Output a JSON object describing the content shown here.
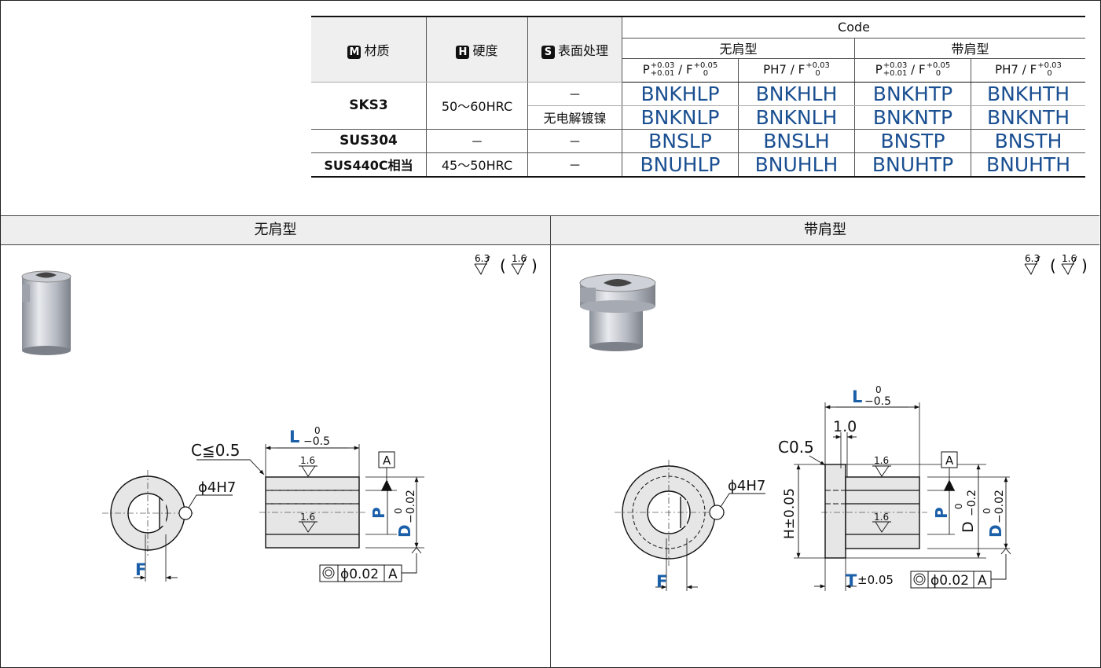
{
  "table": {
    "headers": {
      "material": {
        "badge": "M",
        "label": "材质"
      },
      "hardness": {
        "badge": "H",
        "label": "硬度"
      },
      "surface": {
        "badge": "S",
        "label": "表面处理"
      },
      "code": "Code",
      "no_shoulder": "无肩型",
      "with_shoulder": "带肩型",
      "tol_cols": [
        {
          "p": "P",
          "p_upper": "+0.03",
          "p_lower": "+0.01",
          "sep": " / ",
          "f": "F",
          "f_upper": "+0.05",
          "f_lower": "0"
        },
        {
          "p": "PH7",
          "sep": " / ",
          "f": "F",
          "f_upper": "+0.03",
          "f_lower": "0"
        },
        {
          "p": "P",
          "p_upper": "+0.03",
          "p_lower": "+0.01",
          "sep": " / ",
          "f": "F",
          "f_upper": "+0.05",
          "f_lower": "0"
        },
        {
          "p": "PH7",
          "sep": " / ",
          "f": "F",
          "f_upper": "+0.03",
          "f_lower": "0"
        }
      ]
    },
    "rows": [
      {
        "material": "SKS3",
        "hardness": "50～60HRC",
        "surface": "－",
        "codes": [
          "BNKHLP",
          "BNKHLH",
          "BNKHTP",
          "BNKHTH"
        ]
      },
      {
        "surface": "无电解镀镍",
        "codes": [
          "BNKNLP",
          "BNKNLH",
          "BNKNTP",
          "BNKNTH"
        ]
      },
      {
        "material": "SUS304",
        "hardness": "－",
        "surface": "－",
        "codes": [
          "BNSLP",
          "BNSLH",
          "BNSTP",
          "BNSTH"
        ]
      },
      {
        "material": "SUS440C相当",
        "hardness": "45～50HRC",
        "surface": "－",
        "codes": [
          "BNUHLP",
          "BNUHLH",
          "BNUHTP",
          "BNUHTH"
        ]
      }
    ]
  },
  "sections": {
    "left_title": "无肩型",
    "right_title": "带肩型",
    "roughness_main": "6.3",
    "roughness_alt": "1.6"
  },
  "left_drawing": {
    "chamfer": "C≦0.5",
    "L": "L",
    "L_upper": "0",
    "L_lower": "−0.5",
    "rough": "1.6",
    "datum": "A",
    "phi": "ϕ4H7",
    "P": "P",
    "D": "D",
    "D_upper": "0",
    "D_lower": "−0.02",
    "F": "F",
    "tol_value": "ϕ0.02",
    "tol_ref": "A"
  },
  "right_drawing": {
    "chamfer": "C0.5",
    "L": "L",
    "L_upper": "0",
    "L_lower": "−0.5",
    "shoulder": "1.0",
    "rough": "1.6",
    "datum": "A",
    "phi": "ϕ4H7",
    "H": "H±0.05",
    "P": "P",
    "D_shoulder": "D",
    "D_shoulder_upper": "0",
    "D_shoulder_lower": "−0.2",
    "D": "D",
    "D_upper": "0",
    "D_lower": "−0.02",
    "F": "F",
    "T": "T",
    "T_tol": "±0.05",
    "tol_value": "ϕ0.02",
    "tol_ref": "A"
  },
  "colors": {
    "blue": "#1a5fa8",
    "code_blue": "#1a4f91",
    "header_bg": "#efefef"
  }
}
